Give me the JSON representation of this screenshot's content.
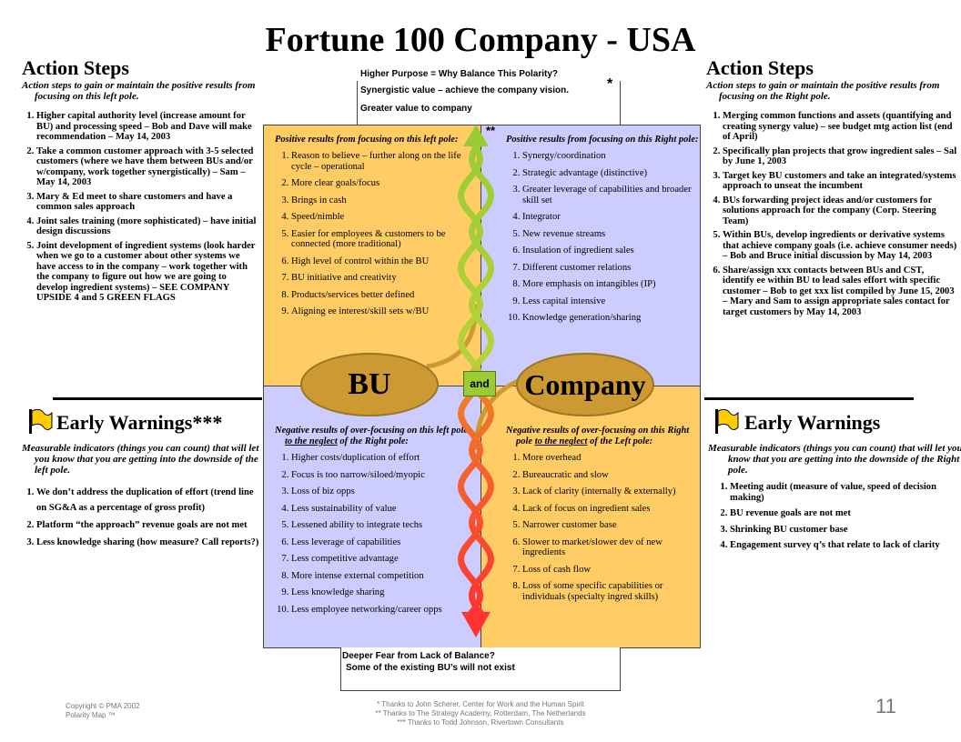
{
  "title": "Fortune 100 Company - USA",
  "higher_purpose": {
    "heading": "Higher Purpose = Why Balance This Polarity?",
    "lines": [
      "Synergistic value – achieve the company vision.",
      "Greater value to company"
    ],
    "star": "*"
  },
  "deeper_fear": {
    "heading": "Deeper Fear from Lack of Balance?",
    "text": "Some of the existing BU’s will not exist"
  },
  "arrow_label": "**",
  "left_pole": "BU",
  "right_pole": "Company",
  "and_label": "and",
  "quadrants": {
    "top_left": {
      "heading": "Positive results from focusing on this left pole:",
      "items": [
        "Reason to believe – further along on the life cycle – operational",
        "More clear goals/focus",
        "Brings in cash",
        "Speed/nimble",
        "Easier for employees & customers to be connected (more traditional)",
        "High level of control within the BU",
        "BU initiative and creativity",
        "Products/services better defined",
        "Aligning ee interest/skill sets w/BU"
      ]
    },
    "top_right": {
      "heading": "Positive results from focusing on this Right pole:",
      "items": [
        "Synergy/coordination",
        "Strategic advantage (distinctive)",
        "Greater leverage of capabilities and broader skill set",
        "Integrator",
        "New revenue streams",
        "Insulation of ingredient sales",
        "Different customer relations",
        "More emphasis on intangibles (IP)",
        "Less capital intensive",
        "Knowledge generation/sharing"
      ]
    },
    "bottom_left": {
      "heading_pre": "Negative results of over-focusing on this left pole ",
      "heading_u": "to the neglect",
      "heading_post": " of the Right pole:",
      "items": [
        "Higher costs/duplication of effort",
        "Focus is too narrow/siloed/myopic",
        "Loss of biz opps",
        "Less sustainability of value",
        "Lessened ability to integrate techs",
        "Less leverage of capabilities",
        "Less competitive advantage",
        "More intense external competition",
        "Less knowledge sharing",
        "Less employee networking/career opps"
      ]
    },
    "bottom_right": {
      "heading_pre": "Negative results of over-focusing on this Right pole ",
      "heading_u": "to the neglect",
      "heading_post": " of the Left pole:",
      "items": [
        "More overhead",
        "Bureaucratic and slow",
        "Lack of clarity (internally & externally)",
        "Lack of focus on ingredient sales",
        "Narrower customer base",
        "Slower to market/slower dev of new ingredients",
        "Loss of cash flow",
        "Loss of some specific capabilities or individuals (specialty ingred skills)"
      ]
    }
  },
  "left_panel": {
    "action_heading": "Action Steps",
    "action_sub": "Action steps to gain or maintain the positive results from focusing on this left pole.",
    "action_items": [
      "Higher capital authority level (increase amount for BU) and processing speed – Bob and Dave will make recommendation – May 14, 2003",
      "Take a common customer approach with 3-5 selected customers (where we have them between BUs and/or w/company, work together synergistically) – Sam – May 14, 2003",
      "Mary & Ed meet to share customers and have a common sales approach",
      "Joint sales training (more sophisticated) – have initial design discussions",
      "Joint development of ingredient systems (look harder when we go to a customer about other systems we have access to in the company – work together with the company to figure out how we are going to develop ingredient systems) – SEE COMPANY UPSIDE 4 and 5 GREEN FLAGS"
    ],
    "warn_heading": "Early Warnings***",
    "warn_sub": "Measurable indicators (things you can count) that will let you know that you are getting into the downside of the left pole.",
    "warn_items": [
      "We don’t address the duplication of effort (trend line on SG&A as a percentage of gross profit)",
      "Platform “the approach” revenue goals are not met",
      "Less knowledge sharing (how measure? Call reports?)"
    ]
  },
  "right_panel": {
    "action_heading": "Action Steps",
    "action_sub": "Action steps to gain or maintain the positive results from focusing on the Right pole.",
    "action_items": [
      "Merging common functions and assets (quantifying and creating synergy value) – see budget mtg action list (end of April)",
      "Specifically plan projects that grow ingredient sales – Sal by June 1, 2003",
      "Target key BU customers and take an integrated/systems approach to unseat the incumbent",
      "BUs forwarding project ideas and/or customers for solutions approach for the company (Corp. Steering Team)",
      "Within BUs, develop ingredients or derivative systems that achieve company goals (i.e. achieve consumer needs) – Bob and Bruce initial discussion by May 14, 2003",
      "Share/assign xxx contacts between BUs and CST, identify ee within BU to lead sales effort with specific customer – Bob to get xxx list compiled by June 15, 2003 – Mary and Sam to assign appropriate sales contact for target customers by May 14, 2003"
    ],
    "warn_heading": "Early Warnings",
    "warn_sub": "Measurable indicators (things you can count) that will let you know that you are getting into the downside of the Right pole.",
    "warn_items": [
      "Meeting audit (measure of value, speed of decision making)",
      "BU revenue goals are not met",
      "Shrinking BU customer base",
      "Engagement survey q’s that relate to lack of clarity"
    ]
  },
  "footer": {
    "copyright": "Copyright © PMA 2002",
    "map": "Polarity Map ™",
    "thanks": [
      "* Thanks to John Scherer, Center for Work and the Human Spirit",
      "** Thanks to The Strategy Academy, Rotterdam, The Netherlands",
      "*** Thanks to Todd Johnson, Rivertown Consultants"
    ],
    "page_number": "11"
  },
  "colors": {
    "upper_left": "#ffcc66",
    "upper_right": "#ccccff",
    "lower_left": "#ccccff",
    "lower_right": "#ffcc66",
    "oval": "#cc9933",
    "arrow_top": "#99cc33",
    "arrow_bottom": "#ff3333",
    "flag": "#ffcc00"
  }
}
